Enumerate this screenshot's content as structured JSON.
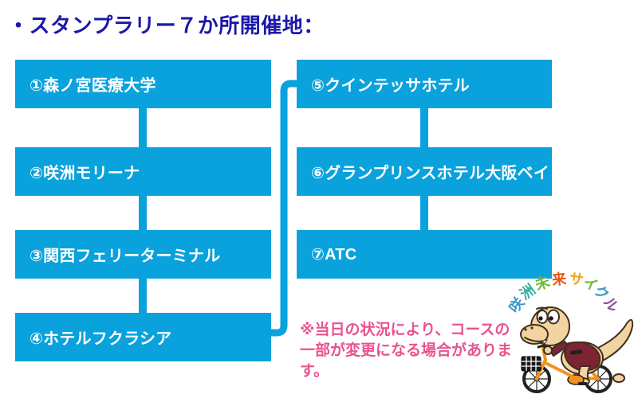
{
  "title": "・スタンプラリー７か所開催地：",
  "locations": [
    {
      "label": "①森ノ宮医療大学"
    },
    {
      "label": "②咲洲モリーナ"
    },
    {
      "label": "③関西フェリーターミナル"
    },
    {
      "label": "④ホテルフクラシア"
    },
    {
      "label": "⑤クインテッサホテル"
    },
    {
      "label": "⑥グランプリンスホテル大阪ベイ"
    },
    {
      "label": "⑦ATC"
    }
  ],
  "note": {
    "line1": "※当日の状況により、コースの",
    "line2": "一部が変更になる場合があります。"
  },
  "mascot": {
    "arc_text": "咲洲未来サイクル",
    "arc_chars": [
      {
        "char": "咲",
        "color": "#3b97cf"
      },
      {
        "char": "洲",
        "color": "#2fb0a4"
      },
      {
        "char": "未",
        "color": "#6cbb39"
      },
      {
        "char": "来",
        "color": "#e95513"
      },
      {
        "char": "サ",
        "color": "#f4a11d"
      },
      {
        "char": "イ",
        "color": "#6cbb39"
      },
      {
        "char": "ク",
        "color": "#3b97cf"
      },
      {
        "char": "ル",
        "color": "#8c51a5"
      }
    ]
  },
  "colors": {
    "box_blue": "#0aa2dc",
    "title_navy": "#1b18ab",
    "note_pink": "#e8538f",
    "bike_orange": "#f39220",
    "dino_tan": "#f2d3a2",
    "shirt_maroon": "#7c2433"
  }
}
